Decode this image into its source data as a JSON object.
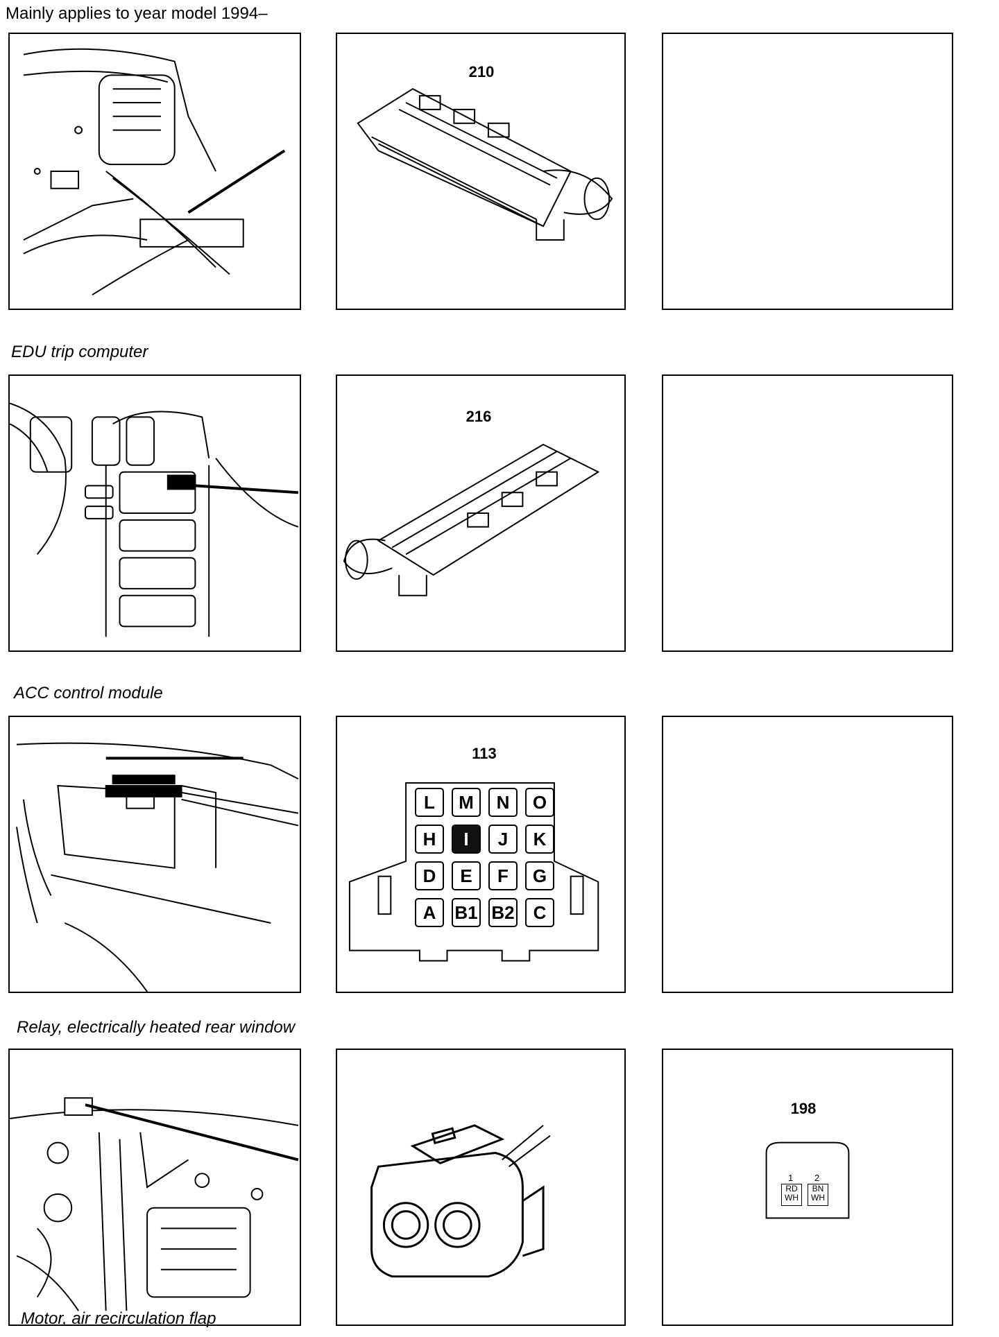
{
  "captions": {
    "section1": "Mainly applies to year model 1994–",
    "section2": "EDU trip computer",
    "section3": "ACC control module",
    "section4": "Relay, electrically heated rear window",
    "section5": "Motor, air recirculation flap"
  },
  "connectors": {
    "c1": "210",
    "c2": "216",
    "c3": "113",
    "c4": "198"
  },
  "pin_grid_113": {
    "rows": [
      [
        "L",
        "M",
        "N",
        "O"
      ],
      [
        "H",
        "I",
        "J",
        "K"
      ],
      [
        "D",
        "E",
        "F",
        "G"
      ],
      [
        "A",
        "B1",
        "B2",
        "C"
      ]
    ],
    "highlighted": "I"
  },
  "connector_198": {
    "pin1_number": "1",
    "pin2_number": "2",
    "pin1_colors": [
      "RD",
      "WH"
    ],
    "pin2_colors": [
      "BN",
      "WH"
    ]
  }
}
